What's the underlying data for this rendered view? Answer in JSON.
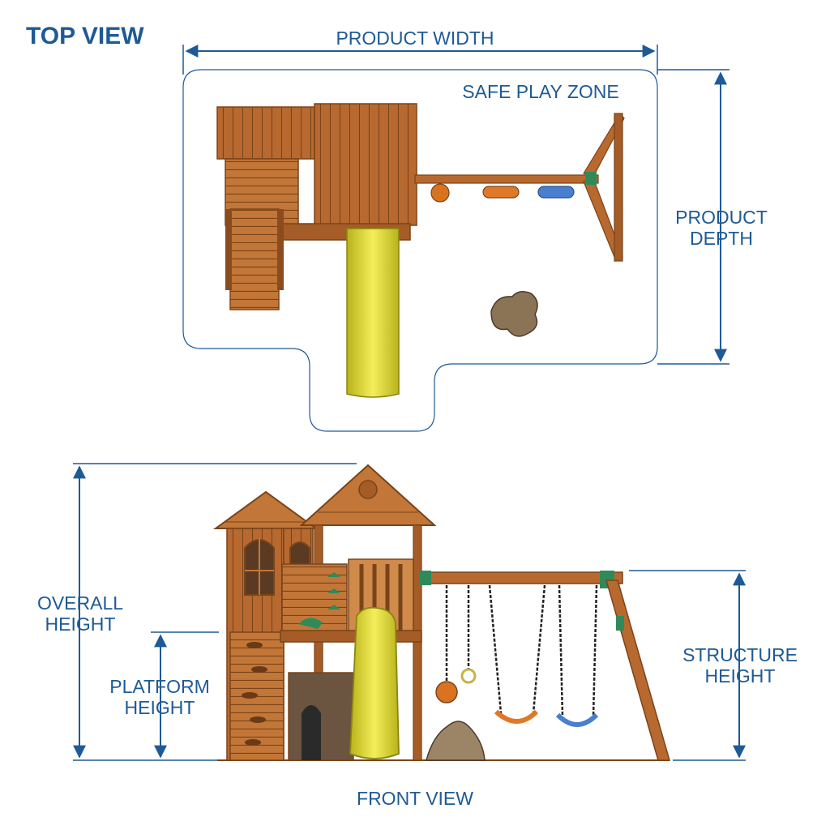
{
  "top_view": {
    "title": "TOP VIEW",
    "width_label": "PRODUCT WIDTH",
    "depth_label": [
      "PRODUCT",
      "DEPTH"
    ],
    "zone_label": "SAFE PLAY ZONE"
  },
  "front_view": {
    "title": "FRONT VIEW",
    "overall_height": [
      "OVERALL",
      "HEIGHT"
    ],
    "platform_height": [
      "PLATFORM",
      "HEIGHT"
    ],
    "structure_height": [
      "STRUCTURE",
      "HEIGHT"
    ]
  },
  "colors": {
    "dimension_blue": "#1e5a96",
    "wood": "#b8692f",
    "wood_dark": "#7a4419",
    "slide_yellow": "#e8e23a",
    "swing_orange": "#e0782a",
    "swing_blue": "#4a7fd0",
    "accent_green": "#2f8a5a"
  }
}
